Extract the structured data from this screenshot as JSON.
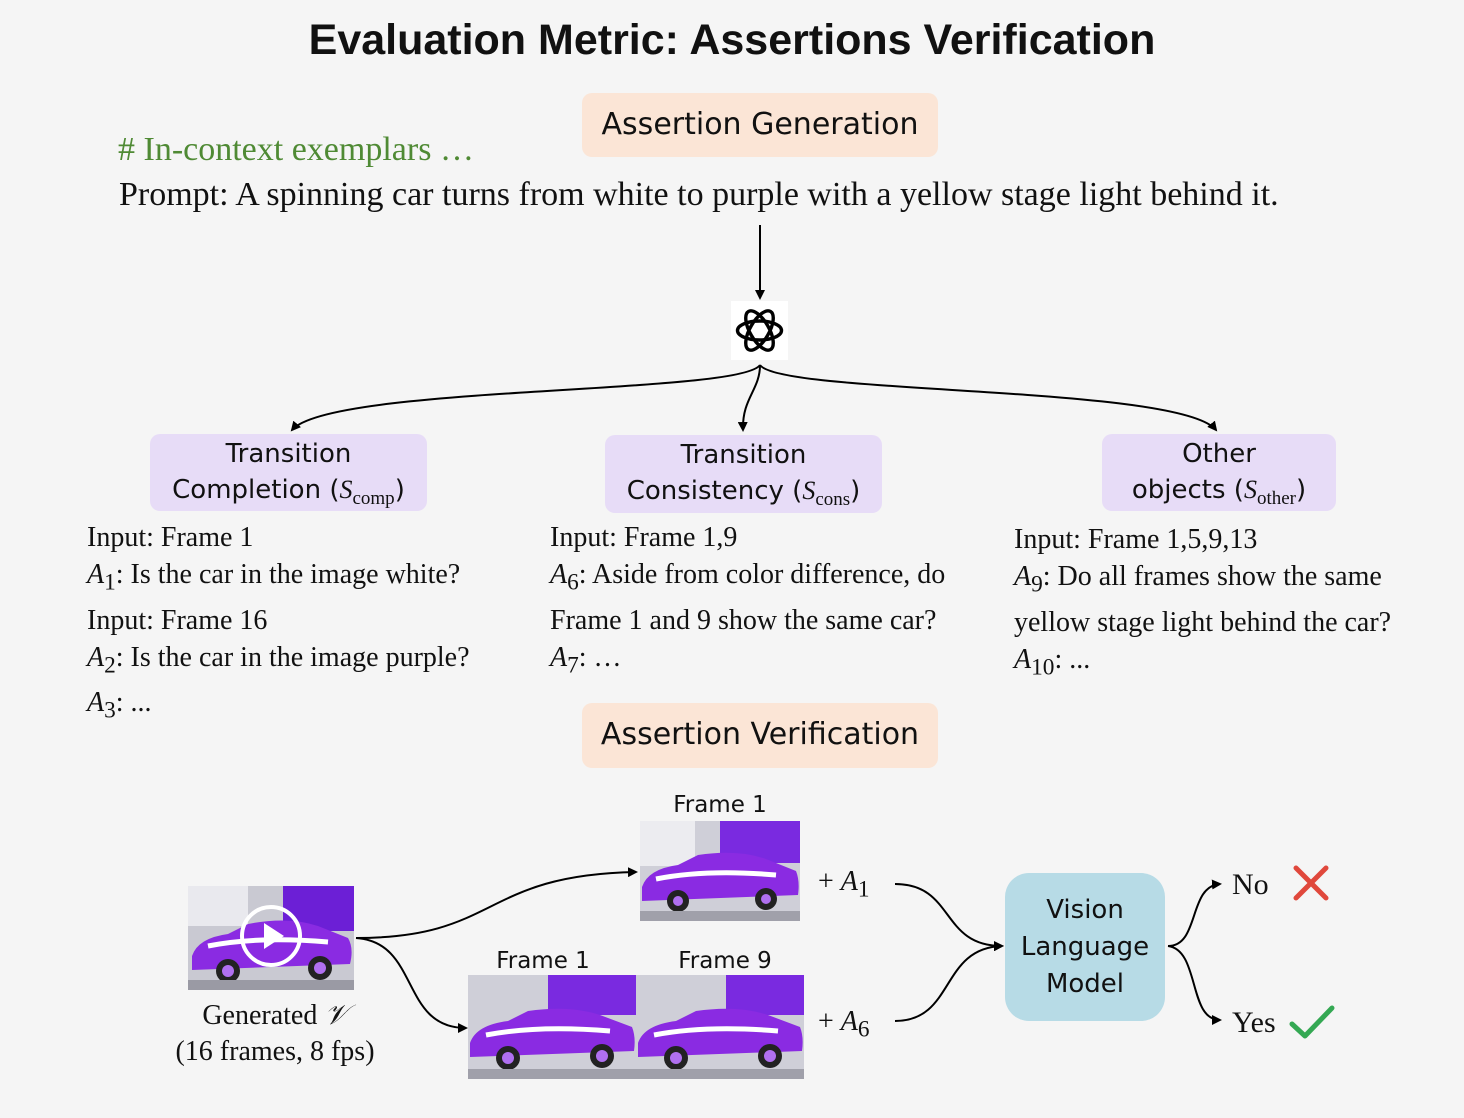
{
  "title": "Evaluation Metric: Assertions Verification",
  "generation_label": "Assertion Generation",
  "comment": "# In-context exemplars …",
  "prompt": "Prompt: A spinning car turns from white to purple with a yellow stage light behind it.",
  "categories": [
    {
      "line1": "Transition",
      "line2": "Completion (",
      "sym": "S",
      "sub": "comp",
      "close": ")"
    },
    {
      "line1": "Transition",
      "line2": "Consistency (",
      "sym": "S",
      "sub": "cons",
      "close": ")"
    },
    {
      "line1": "Other",
      "line2": "objects (",
      "sym": "S",
      "sub": "other",
      "close": ")"
    }
  ],
  "columns": [
    {
      "lines": [
        {
          "text": "Input: Frame 1"
        },
        {
          "sym": "A",
          "sub": "1",
          "text": ": Is the car in the image white?"
        },
        {
          "text": "Input: Frame 16"
        },
        {
          "sym": "A",
          "sub": "2",
          "text": ": Is the car in the image purple?"
        },
        {
          "sym": "A",
          "sub": "3",
          "text": ": ..."
        }
      ]
    },
    {
      "lines": [
        {
          "text": "Input: Frame 1,9"
        },
        {
          "sym": "A",
          "sub": "6",
          "text": ": Aside from color difference, do"
        },
        {
          "text": "Frame 1 and 9 show the same car?"
        },
        {
          "sym": "A",
          "sub": "7",
          "text": ": …"
        }
      ]
    },
    {
      "lines": [
        {
          "text": "Input: Frame 1,5,9,13"
        },
        {
          "sym": "A",
          "sub": "9",
          "text": ": Do all frames show the same"
        },
        {
          "text": "yellow stage light behind the car?"
        },
        {
          "sym": "A",
          "sub": "10",
          "text": ": ..."
        }
      ]
    }
  ],
  "verification_label": "Assertion Verification",
  "frame_labels": {
    "top": "Frame 1",
    "bottom_left": "Frame 1",
    "bottom_right": "Frame 9"
  },
  "assertions": {
    "top_plus": "+ ",
    "top_sym": "A",
    "top_sub": "1",
    "bottom_plus": "+ ",
    "bottom_sym": "A",
    "bottom_sub": "6"
  },
  "video_caption": {
    "line1": "Generated ",
    "sym": "𝒱",
    "line2": "(16 frames, 8 fps)"
  },
  "vlm": {
    "line1": "Vision",
    "line2": "Language",
    "line3": "Model"
  },
  "outcomes": {
    "no": "No",
    "yes": "Yes"
  },
  "colors": {
    "orange_pill": "#fbe5d6",
    "purple_pill": "#e7dcf7",
    "blue_box": "#b7dbe6",
    "comment_green": "#4f8a34",
    "cross_red": "#e0483c",
    "check_green": "#34a853",
    "car_purple": "#8a2be2"
  }
}
